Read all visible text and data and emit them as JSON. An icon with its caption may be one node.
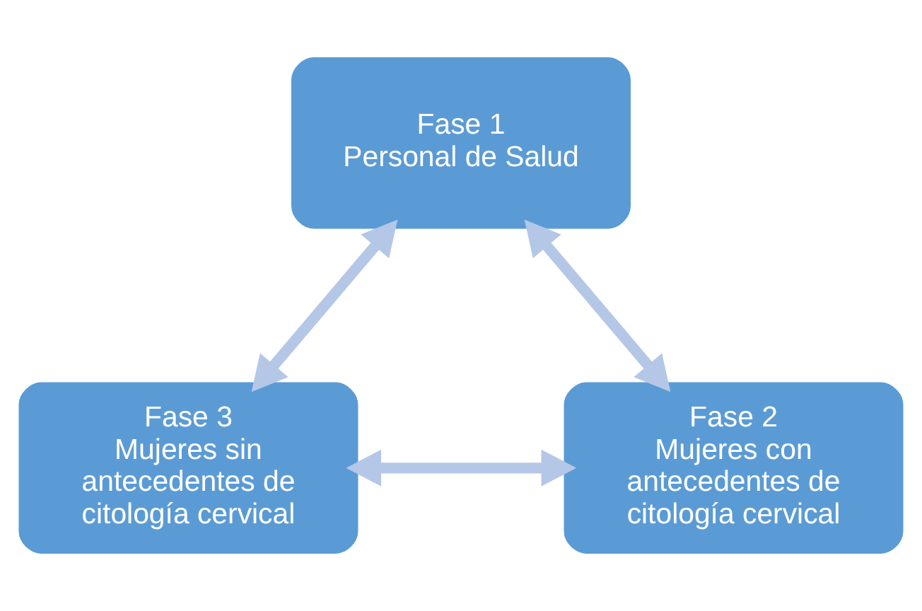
{
  "diagram": {
    "nodes": [
      {
        "text": [
          "Fase 1",
          "Personal de Salud"
        ]
      },
      {
        "text": [
          "Fase 3",
          "Mujeres sin antecedentes de citología cervical"
        ]
      },
      {
        "text": [
          "Fase 2",
          "Mujeres con antecedentes de citología cervical"
        ]
      }
    ],
    "edges": [
      {
        "from": 0,
        "to": 1,
        "arrow": "both"
      },
      {
        "from": 0,
        "to": 2,
        "arrow": "both"
      },
      {
        "from": 1,
        "to": 2,
        "arrow": "both"
      }
    ]
  }
}
